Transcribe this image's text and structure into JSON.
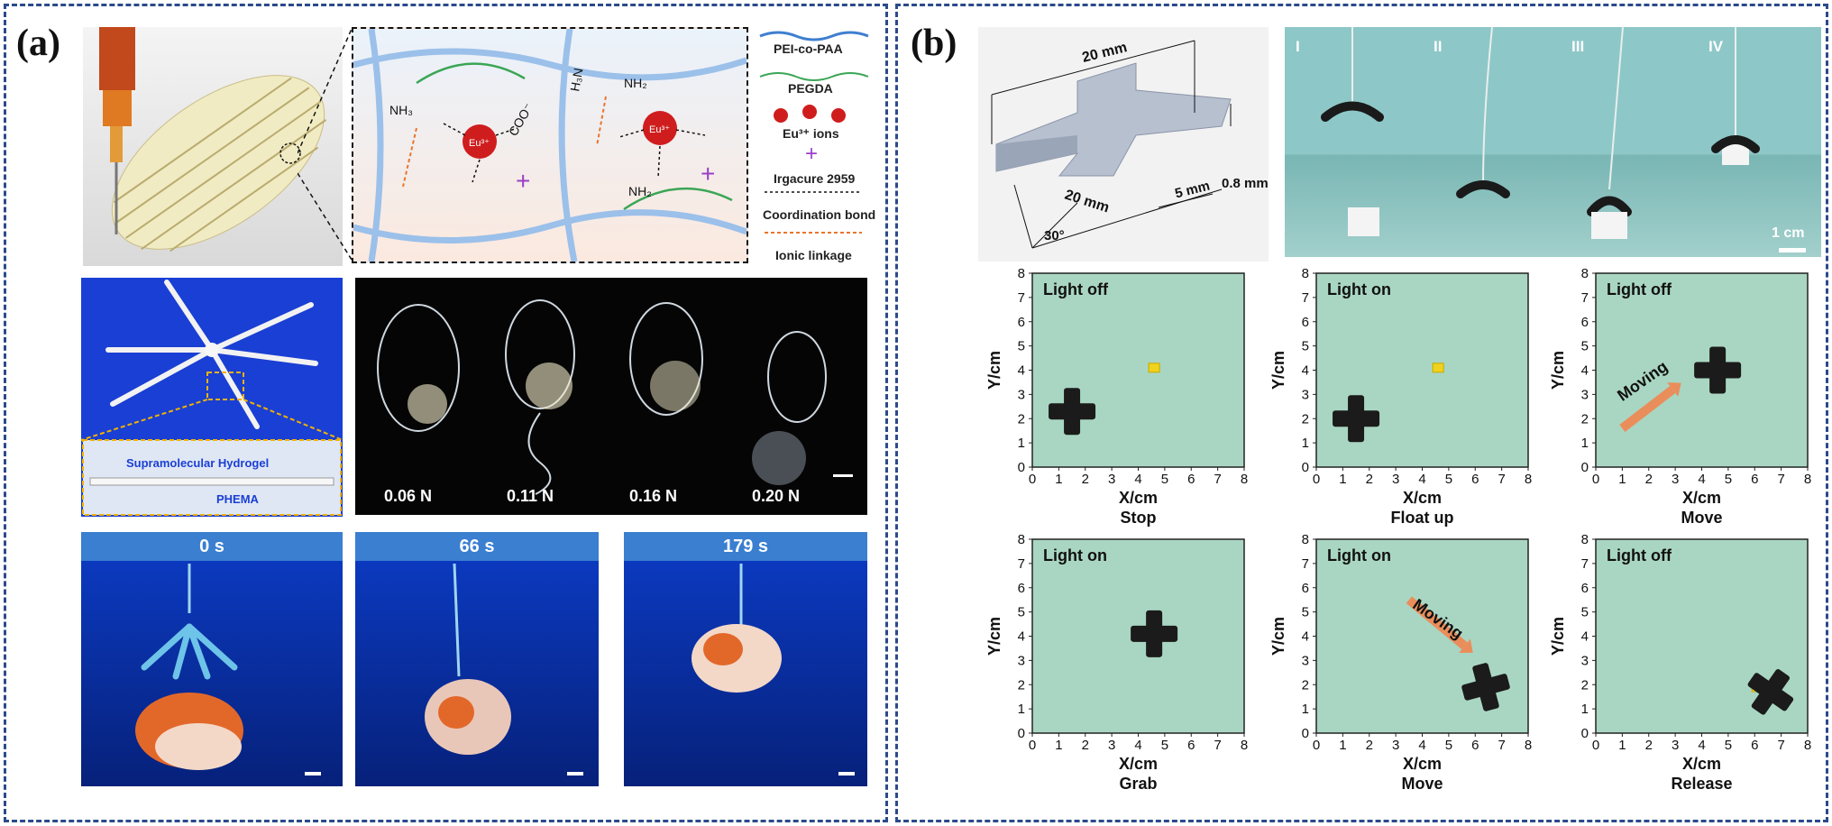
{
  "panel_a": {
    "label": "(a)",
    "legend": {
      "items": [
        "PEI-co-PAA",
        "PEGDA",
        "Eu³⁺ ions",
        "Irgacure 2959",
        "Coordination bond",
        "Ionic linkage"
      ]
    },
    "schematic_texts": {
      "eu": "Eu³⁺",
      "nh3": "NH₃",
      "nh2": "NH₂",
      "coo": "COO⁻",
      "h3n": "H₃N"
    },
    "hydrogel_labels": {
      "supramolecular": "Supramolecular Hydrogel",
      "phema": "PHEMA"
    },
    "forces": [
      "0.06 N",
      "0.11 N",
      "0.16 N",
      "0.20 N"
    ],
    "times": [
      "0 s",
      "66 s",
      "179 s"
    ]
  },
  "panel_b": {
    "label": "(b)",
    "dims": {
      "d1": "20 mm",
      "d2": "20 mm",
      "d3": "5 mm",
      "d4": "0.8 mm",
      "angle": "30°"
    },
    "stages": [
      "I",
      "II",
      "III",
      "IV"
    ],
    "scale": "1 cm",
    "axis": {
      "xlabel": "X/cm",
      "ylabel": "Y/cm",
      "ticks": [
        "0",
        "1",
        "2",
        "3",
        "4",
        "5",
        "6",
        "7",
        "8"
      ]
    },
    "plots": [
      {
        "state": "Light off",
        "state_color": "#111111",
        "caption": "Stop",
        "cross": [
          1.5,
          2.3
        ],
        "cube": [
          4.6,
          4.1
        ],
        "arrow": ""
      },
      {
        "state": "Light on",
        "state_color": "#b0161b",
        "caption": "Float up",
        "cross": [
          1.5,
          2.0
        ],
        "cube": [
          4.6,
          4.1
        ],
        "arrow": ""
      },
      {
        "state": "Light off",
        "state_color": "#111111",
        "caption": "Move",
        "cross": [
          4.6,
          4.0
        ],
        "cube": null,
        "arrow": "Moving"
      },
      {
        "state": "Light on",
        "state_color": "#b0161b",
        "caption": "Grab",
        "cross": [
          4.6,
          4.1
        ],
        "cube": null,
        "arrow": ""
      },
      {
        "state": "Light on",
        "state_color": "#b0161b",
        "caption": "Move",
        "cross": [
          6.4,
          1.9
        ],
        "cube": null,
        "arrow": "Moving"
      },
      {
        "state": "Light off",
        "state_color": "#111111",
        "caption": "Release",
        "cross": [
          6.6,
          1.7
        ],
        "cube": [
          6.1,
          1.9
        ],
        "arrow": ""
      }
    ]
  },
  "colors": {
    "frame": "#2b4a8a",
    "plot_bg": "#a9d6c2",
    "light_on": "#b0161b",
    "blue_bar": "#3a7fd0"
  }
}
